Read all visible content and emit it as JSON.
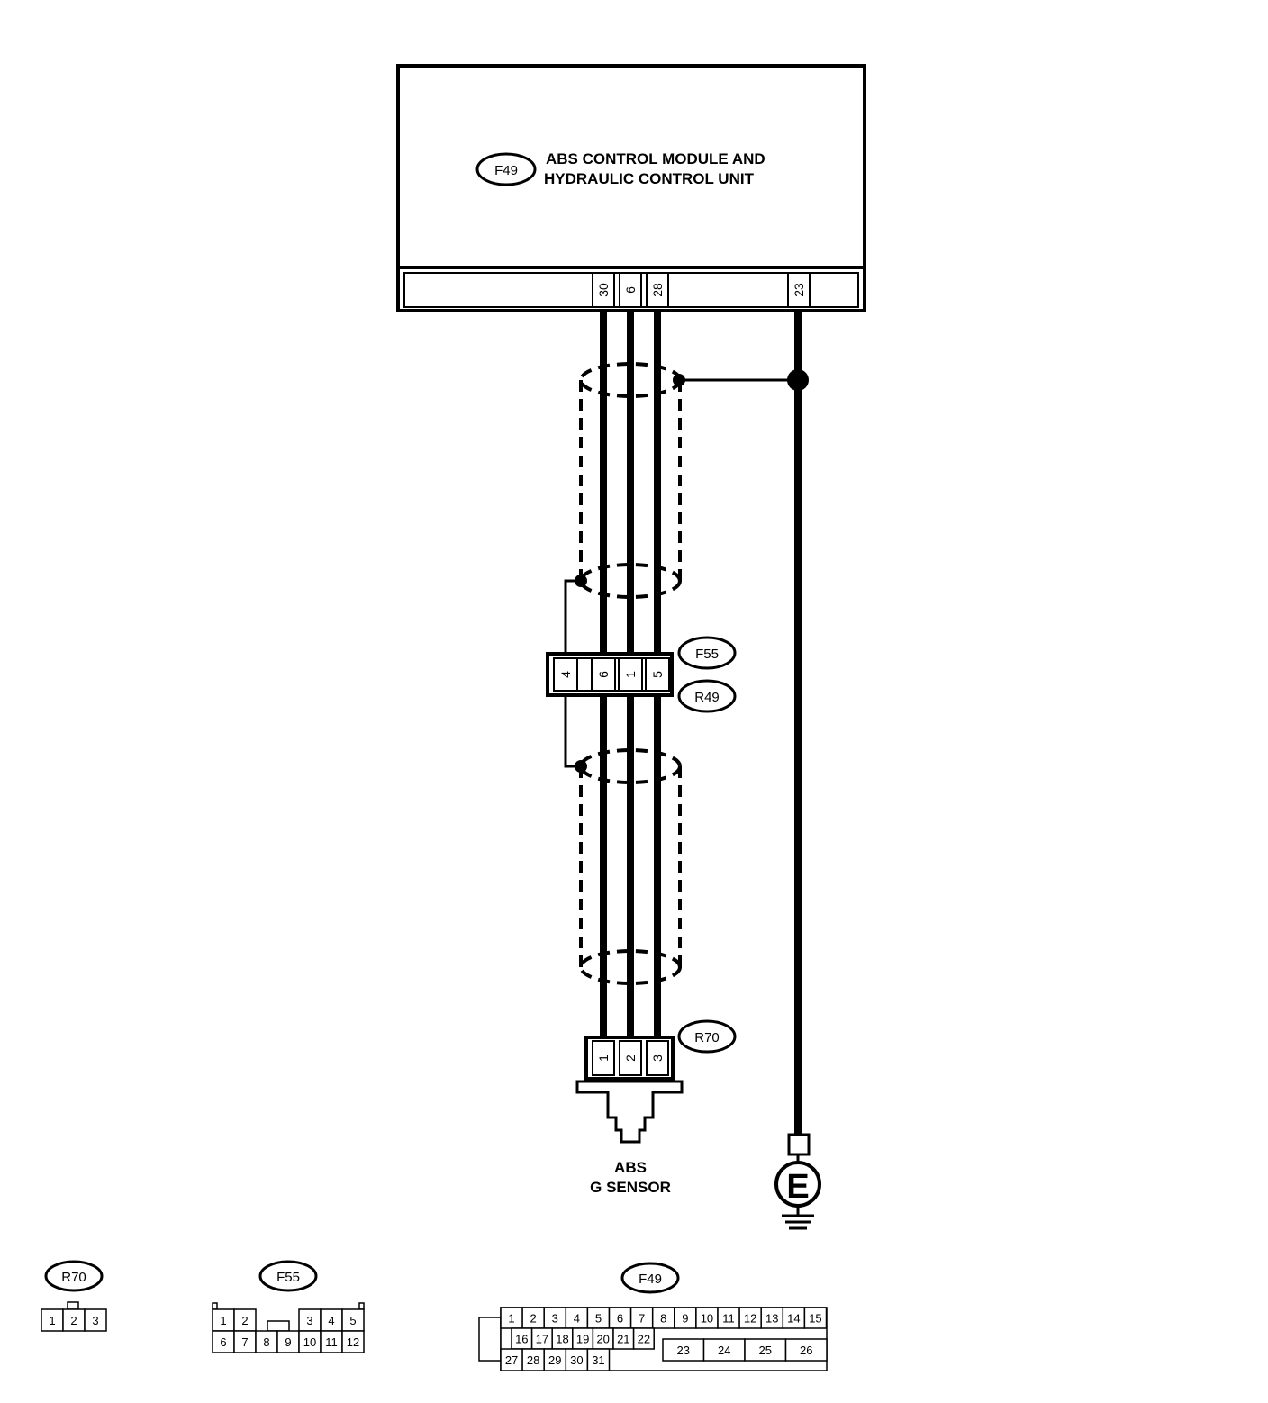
{
  "module": {
    "connector_id": "F49",
    "title_line1": "ABS CONTROL MODULE AND",
    "title_line2": "HYDRAULIC  CONTROL UNIT",
    "pins": [
      "30",
      "6",
      "28",
      "23"
    ]
  },
  "joint_connector": {
    "upper_id": "F55",
    "lower_id": "R49",
    "pins": [
      "4",
      "6",
      "1",
      "5"
    ]
  },
  "sensor": {
    "connector_id": "R70",
    "pins": [
      "1",
      "2",
      "3"
    ],
    "label_line1": "ABS",
    "label_line2": "G SENSOR"
  },
  "ground": {
    "symbol": "E"
  },
  "connector_views": {
    "r70": {
      "id": "R70",
      "pins": [
        "1",
        "2",
        "3"
      ]
    },
    "f55": {
      "id": "F55",
      "row1": [
        "1",
        "2",
        "3",
        "4",
        "5"
      ],
      "row2": [
        "6",
        "7",
        "8",
        "9",
        "10",
        "11",
        "12"
      ]
    },
    "f49": {
      "id": "F49",
      "row1": [
        "1",
        "2",
        "3",
        "4",
        "5",
        "6",
        "7",
        "8",
        "9",
        "10",
        "11",
        "12",
        "13",
        "14",
        "15"
      ],
      "row2": [
        "16",
        "17",
        "18",
        "19",
        "20",
        "21",
        "22"
      ],
      "row2_wide": [
        "23",
        "24",
        "25",
        "26"
      ],
      "row3": [
        "27",
        "28",
        "29",
        "30",
        "31"
      ]
    }
  }
}
